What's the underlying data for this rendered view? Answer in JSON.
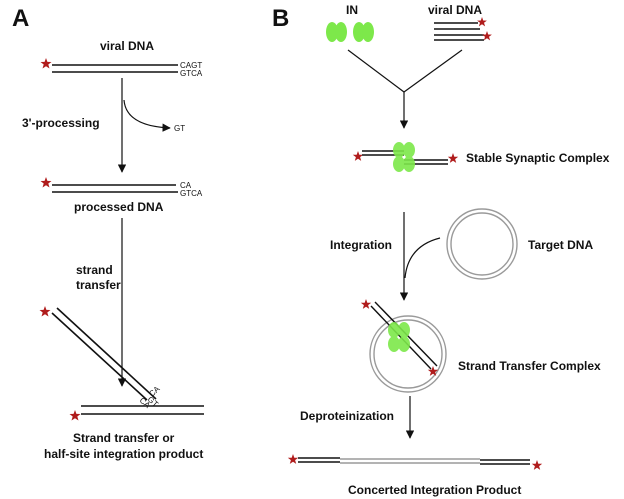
{
  "panel_a": {
    "letter": "A",
    "viral_dna": "viral DNA",
    "top_end_1": "CAGT",
    "bottom_end_1": "GTCA",
    "step_processing": "3'-processing",
    "released": "GT",
    "top_end_2": "CA",
    "bottom_end_2": "GTCA",
    "processed_dna": "processed DNA",
    "step_transfer_1": "strand",
    "step_transfer_2": "transfer",
    "junction_1": "GT",
    "junction_2": "CA",
    "junction_3": "CA",
    "result_1": "Strand transfer or",
    "result_2": "half-site integration product"
  },
  "panel_b": {
    "letter": "B",
    "in_label": "IN",
    "viral_dna": "viral DNA",
    "synaptic_complex": "Stable Synaptic Complex",
    "step_integration": "Integration",
    "target_dna": "Target DNA",
    "strand_transfer_complex": "Strand Transfer Complex",
    "step_deproteinization": "Deproteinization",
    "product": "Concerted Integration Product"
  },
  "colors": {
    "dna": "#111111",
    "star": "#b01c1c",
    "integrase": "#7de84a",
    "target": "#9a9a9a"
  }
}
